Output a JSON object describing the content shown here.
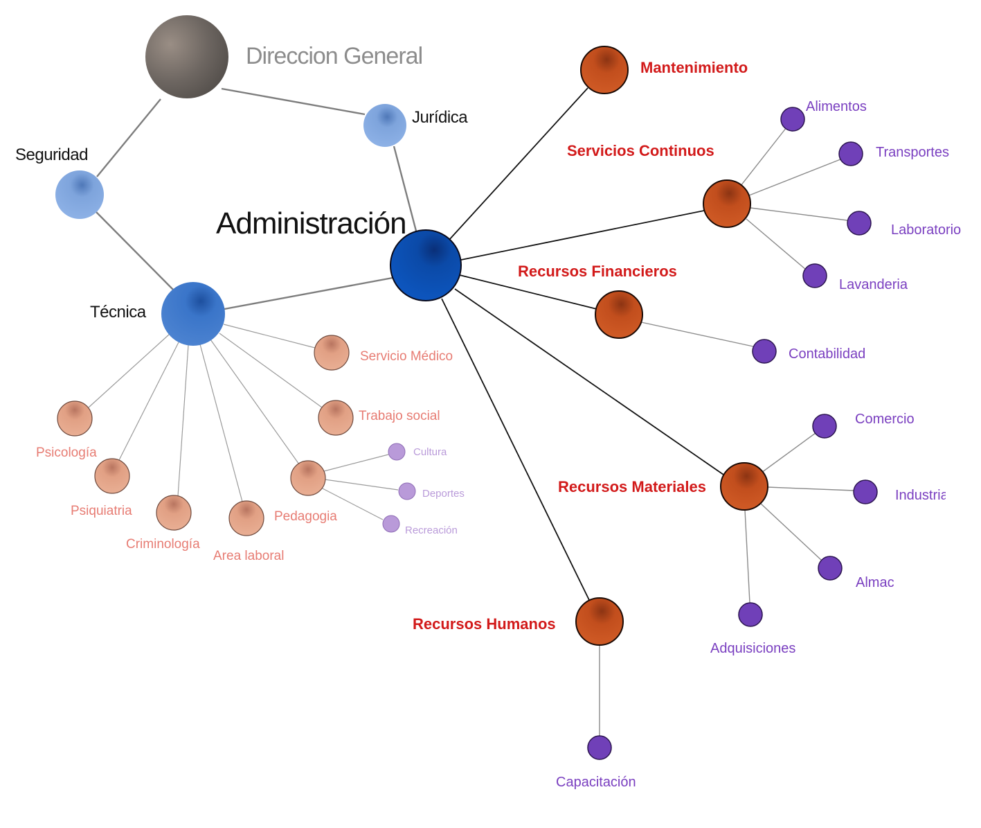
{
  "diagram": {
    "root": {
      "label": "Direccion General"
    },
    "nodes": {
      "juridica": "Jurídica",
      "seguridad": "Seguridad",
      "administracion": "Administración",
      "tecnica": "Técnica",
      "mantenimiento": "Mantenimiento",
      "servicios_continuos": "Servicios Continuos",
      "alimentos": "Alimentos",
      "transportes": "Transportes",
      "laboratorio": "Laboratorio",
      "lavanderia": "Lavanderia",
      "recursos_financieros": "Recursos Financieros",
      "contabilidad": "Contabilidad",
      "recursos_materiales": "Recursos Materiales",
      "comercio": "Comercio",
      "industria": "Industria",
      "almacen": "Almac",
      "adquisiciones": "Adquisiciones",
      "recursos_humanos": "Recursos Humanos",
      "capacitacion": "Capacitación",
      "servicio_medico": "Servicio Médico",
      "trabajo_social": "Trabajo social",
      "psicologia": "Psicología",
      "psiquiatria": "Psiquiatria",
      "criminologia": "Criminología",
      "area_laboral": "Area laboral",
      "pedagogia": "Pedagogia",
      "cultura": "Cultura",
      "deportes": "Deportes",
      "recreacion": "Recreación"
    },
    "colors": {
      "root": "#76706b",
      "light_blue": "#7fa6dc",
      "mid_blue": "#3a74c8",
      "dark_blue": "#0b4aa8",
      "orange": "#c54f1f",
      "salmon": "#e3a386",
      "purple": "#7040b8",
      "light_purple": "#b99ad9",
      "red_label": "#d21a1a",
      "salmon_label": "#e77c73",
      "purple_label": "#7a3fc0"
    }
  }
}
